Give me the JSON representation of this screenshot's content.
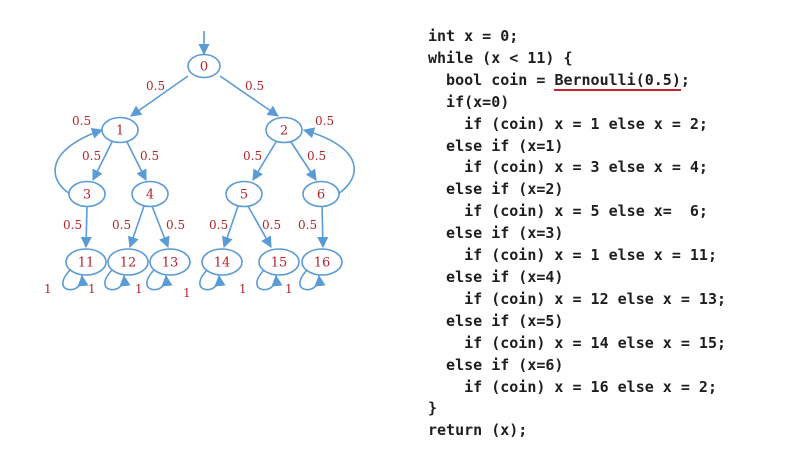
{
  "diagram": {
    "nodes": [
      {
        "id": "n0",
        "label": "0"
      },
      {
        "id": "n1",
        "label": "1"
      },
      {
        "id": "n2",
        "label": "2"
      },
      {
        "id": "n3",
        "label": "3"
      },
      {
        "id": "n4",
        "label": "4"
      },
      {
        "id": "n5",
        "label": "5"
      },
      {
        "id": "n6",
        "label": "6"
      },
      {
        "id": "n11",
        "label": "11"
      },
      {
        "id": "n12",
        "label": "12"
      },
      {
        "id": "n13",
        "label": "13"
      },
      {
        "id": "n14",
        "label": "14"
      },
      {
        "id": "n15",
        "label": "15"
      },
      {
        "id": "n16",
        "label": "16"
      }
    ],
    "edges": [
      {
        "from": "n0",
        "to": "n1",
        "label": "0.5"
      },
      {
        "from": "n0",
        "to": "n2",
        "label": "0.5"
      },
      {
        "from": "n1",
        "to": "n3",
        "label": "0.5"
      },
      {
        "from": "n1",
        "to": "n4",
        "label": "0.5"
      },
      {
        "from": "n2",
        "to": "n5",
        "label": "0.5"
      },
      {
        "from": "n2",
        "to": "n6",
        "label": "0.5"
      },
      {
        "from": "n3",
        "to": "n11",
        "label": "0.5"
      },
      {
        "from": "n3",
        "to": "n1",
        "label": "0.5"
      },
      {
        "from": "n4",
        "to": "n12",
        "label": "0.5"
      },
      {
        "from": "n4",
        "to": "n13",
        "label": "0.5"
      },
      {
        "from": "n5",
        "to": "n14",
        "label": "0.5"
      },
      {
        "from": "n5",
        "to": "n15",
        "label": "0.5"
      },
      {
        "from": "n6",
        "to": "n16",
        "label": "0.5"
      },
      {
        "from": "n6",
        "to": "n2",
        "label": "0.5"
      },
      {
        "from": "n11",
        "to": "n11",
        "label": "1"
      },
      {
        "from": "n12",
        "to": "n12",
        "label": "1"
      },
      {
        "from": "n13",
        "to": "n13",
        "label": "1"
      },
      {
        "from": "n14",
        "to": "n14",
        "label": "1"
      },
      {
        "from": "n15",
        "to": "n15",
        "label": "1"
      },
      {
        "from": "n16",
        "to": "n16",
        "label": "1"
      }
    ],
    "colors": {
      "stroke": "#5b9bd5",
      "label": "#b3242c"
    }
  },
  "code": {
    "lines": [
      "int x = 0;",
      "while (x < 11) {",
      "  bool coin = ",
      "  if(x=0)",
      "    if (coin) x = 1 else x = 2;",
      "  else if (x=1)",
      "    if (coin) x = 3 else x = 4;",
      "  else if (x=2)",
      "    if (coin) x = 5 else x=  6;",
      "  else if (x=3)",
      "    if (coin) x = 1 else x = 11;",
      "  else if (x=4)",
      "    if (coin) x = 12 else x = 13;",
      "  else if (x=5)",
      "    if (coin) x = 14 else x = 15;",
      "  else if (x=6)",
      "    if (coin) x = 16 else x = 2;",
      "}",
      "return (x);"
    ],
    "highlight": "Bernoulli(0.5)",
    "highlight_suffix": ";",
    "highlight_color": "#c0242b"
  }
}
